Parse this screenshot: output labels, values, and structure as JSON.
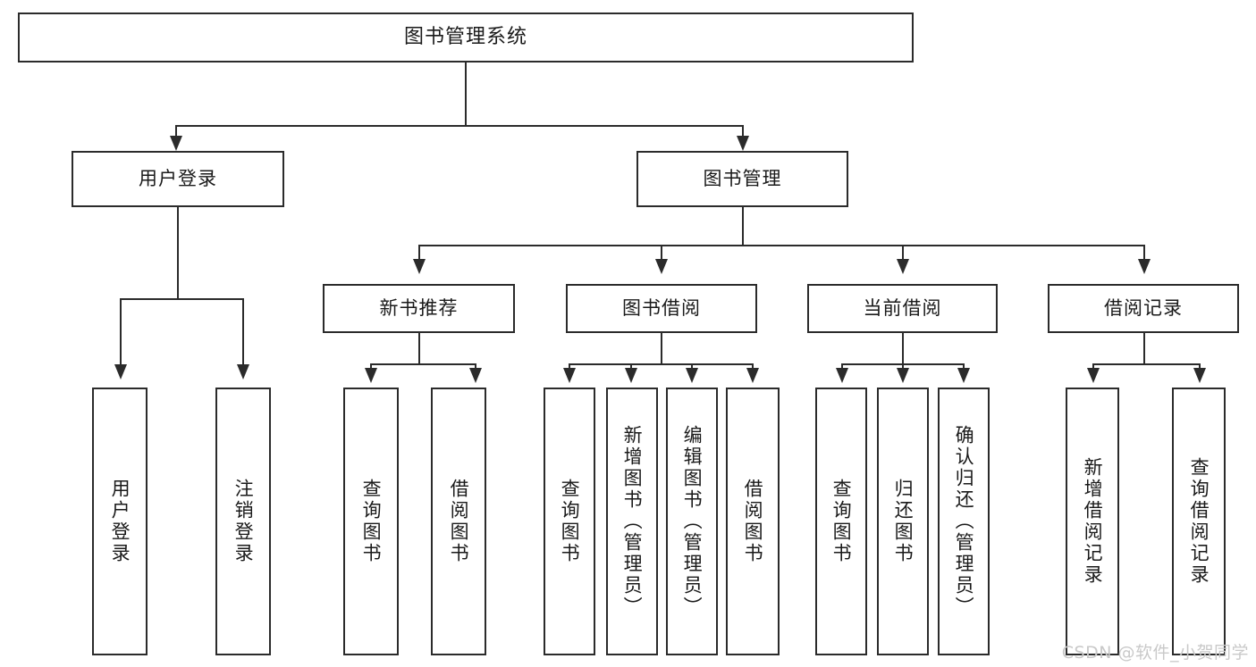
{
  "diagram": {
    "title": "图书管理系统",
    "type": "hierarchy-tree",
    "levels": 4,
    "root": {
      "label": "图书管理系统"
    },
    "level2": [
      {
        "label": "用户登录"
      },
      {
        "label": "图书管理"
      }
    ],
    "level3": [
      {
        "label": "新书推荐"
      },
      {
        "label": "图书借阅"
      },
      {
        "label": "当前借阅"
      },
      {
        "label": "借阅记录"
      }
    ],
    "leaves": {
      "user_login": [
        {
          "label": "用户登录"
        },
        {
          "label": "注销登录"
        }
      ],
      "new_book_recommend": [
        {
          "label": "查询图书"
        },
        {
          "label": "借阅图书"
        }
      ],
      "book_borrow": [
        {
          "label": "查询图书"
        },
        {
          "label": "新增图书（管理员）"
        },
        {
          "label": "编辑图书（管理员）"
        },
        {
          "label": "借阅图书"
        }
      ],
      "current_borrow": [
        {
          "label": "查询图书"
        },
        {
          "label": "归还图书"
        },
        {
          "label": "确认归还（管理员）"
        }
      ],
      "borrow_record": [
        {
          "label": "新增借阅记录"
        },
        {
          "label": "查询借阅记录"
        }
      ]
    }
  },
  "watermark": {
    "text": "CSDN @软件_小贺同学"
  },
  "colors": {
    "stroke": "#2b2b2b",
    "background": "#ffffff",
    "text": "#1a1a1a",
    "watermark": "#c9c9c9"
  }
}
